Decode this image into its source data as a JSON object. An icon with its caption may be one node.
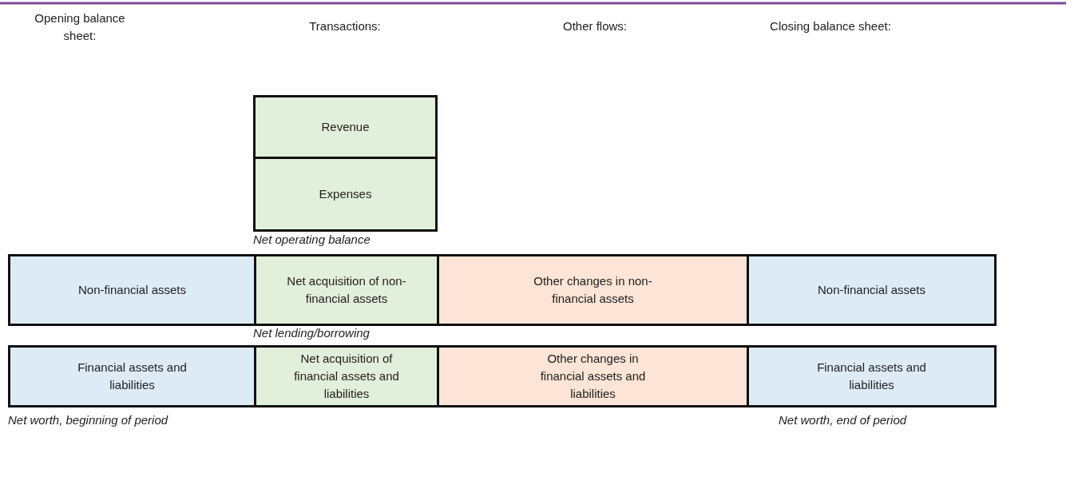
{
  "diagram": {
    "nodes": [
      {
        "text": [
          "Revenue"
        ]
      },
      {
        "text": [
          "Expenses"
        ]
      },
      {
        "text": [
          "Non-financial assets"
        ]
      },
      {
        "text": [
          "Net acquisition of non-financial assets"
        ]
      },
      {
        "text": [
          "Other changes in non-financial assets"
        ]
      },
      {
        "text": [
          "Non-financial assets"
        ]
      },
      {
        "text": [
          "Financial assets and liabilities"
        ]
      },
      {
        "text": [
          "Net acquisition of financial assets and liabilities"
        ]
      },
      {
        "text": [
          "Other changes in financial assets and liabilities"
        ]
      },
      {
        "text": [
          "Financial assets and liabilities"
        ]
      }
    ],
    "labels": [
      "Opening balance sheet:",
      "Transactions:",
      "Other flows:",
      "Closing balance sheet:",
      "Net operating balance",
      "Net lending/borrowing",
      "Net worth, beginning of period",
      "Net worth, end of period"
    ]
  }
}
